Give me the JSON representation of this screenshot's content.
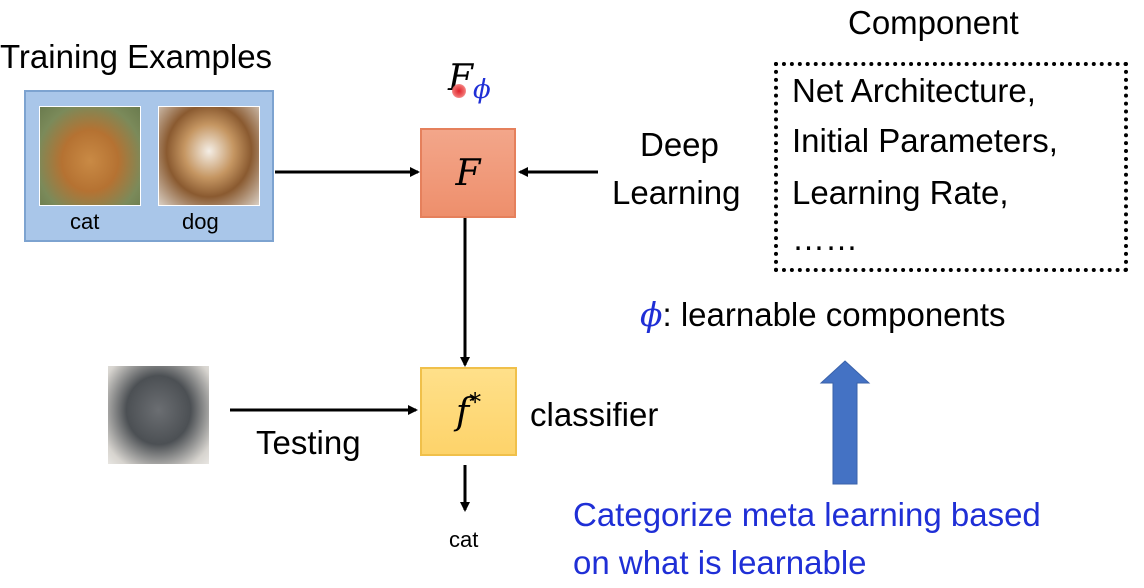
{
  "training": {
    "title": "Training Examples",
    "cat_label": "cat",
    "dog_label": "dog"
  },
  "learner": {
    "symbol": "F",
    "subscript": "ϕ",
    "box_label": "F"
  },
  "classifier": {
    "box_label": "f",
    "superscript": "*",
    "label": "classifier",
    "output": "cat"
  },
  "testing": {
    "label": "Testing"
  },
  "deep_learning": {
    "line1": "Deep",
    "line2": "Learning"
  },
  "component": {
    "title": "Component",
    "items": [
      "Net Architecture,",
      "Initial Parameters,",
      "Learning Rate,",
      "……"
    ]
  },
  "phi_note": {
    "symbol": "ϕ",
    "text": ": learnable components"
  },
  "note": {
    "line1": "Categorize meta learning based",
    "line2": "on what is learnable"
  },
  "colors": {
    "examples_box": "#a9c6e9",
    "F_box": "#ee8f6c",
    "f_box": "#fdd36a",
    "blue_arrow": "#4472c4",
    "note_text": "#1f2fd6"
  }
}
